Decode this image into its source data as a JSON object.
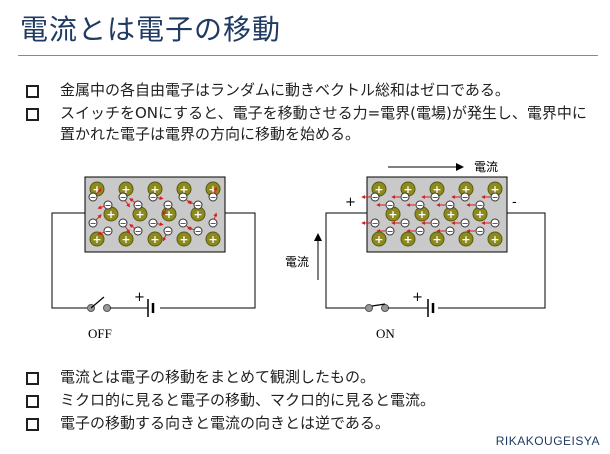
{
  "slide": {
    "title": "電流とは電子の移動",
    "footer": "RIKAKOUGEISYA"
  },
  "bullets_top": [
    {
      "text": "金属中の各自由電子はランダムに動きベクトル総和はゼロである。"
    },
    {
      "text": "スイッチをONにすると、電子を移動させる力=電界(電場)が発生し、電界中に置かれた電子は電界の方向に移動を始める。"
    }
  ],
  "bullets_bottom": [
    {
      "text": "電流とは電子の移動をまとめて観測したもの。"
    },
    {
      "text": "ミクロ的に見ると電子の移動、マクロ的に見ると電流。"
    },
    {
      "text": "電子の移動する向きと電流の向きとは逆である。"
    }
  ],
  "diagram_off": {
    "switch_label": "OFF",
    "battery_plus": "+",
    "ion_symbol": "+",
    "electron_symbol": "−"
  },
  "diagram_on": {
    "switch_label": "ON",
    "battery_plus": "+",
    "terminal_plus": "+",
    "terminal_minus": "-",
    "current_label_top": "電流",
    "current_label_side": "電流"
  },
  "colors": {
    "title": "#1f3a63",
    "ion_fill": "#8c8a1e",
    "conductor_fill": "#c9c9c9",
    "electron_arrow": "#d42020"
  }
}
